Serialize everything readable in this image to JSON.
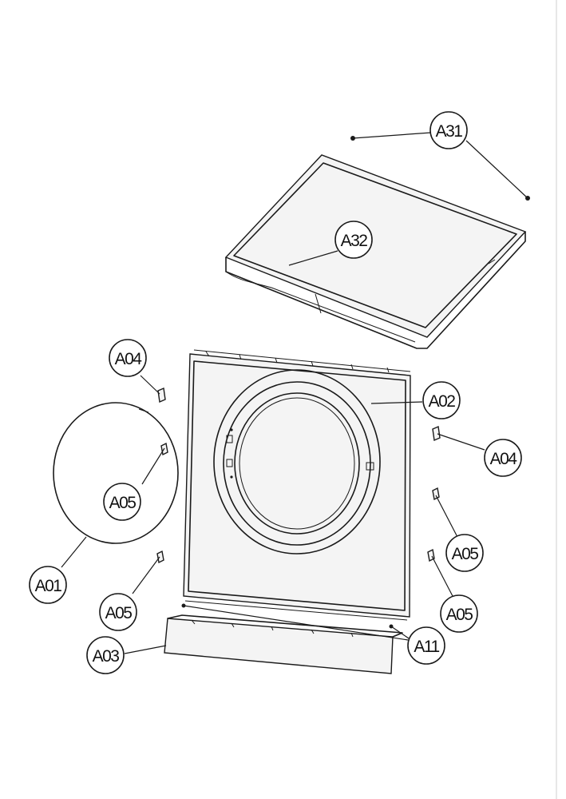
{
  "callouts": [
    {
      "id": "a31",
      "label": "A31"
    },
    {
      "id": "a32",
      "label": "A32"
    },
    {
      "id": "a04-left",
      "label": "A04"
    },
    {
      "id": "a02",
      "label": "A02"
    },
    {
      "id": "a04-right",
      "label": "A04"
    },
    {
      "id": "a05-inner",
      "label": "A05"
    },
    {
      "id": "a05-right-upper",
      "label": "A05"
    },
    {
      "id": "a01",
      "label": "A01"
    },
    {
      "id": "a05-left-lower",
      "label": "A05"
    },
    {
      "id": "a05-right-lower",
      "label": "A05"
    },
    {
      "id": "a03",
      "label": "A03"
    },
    {
      "id": "a11",
      "label": "A11"
    }
  ]
}
